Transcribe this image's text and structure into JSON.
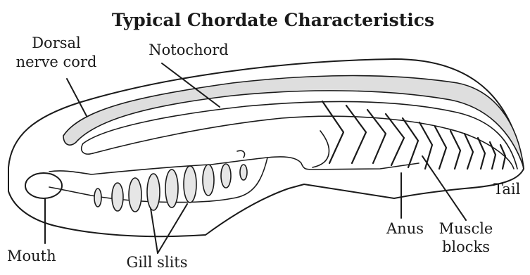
{
  "diagram": {
    "title": "Typical Chordate Characteristics",
    "labels": {
      "dorsal_nerve_cord_line1": "Dorsal",
      "dorsal_nerve_cord_line2": "nerve cord",
      "notochord": "Notochord",
      "tail": "Tail",
      "anus": "Anus",
      "muscle_blocks_line1": "Muscle",
      "muscle_blocks_line2": "blocks",
      "mouth": "Mouth",
      "gill_slits": "Gill slits"
    }
  }
}
